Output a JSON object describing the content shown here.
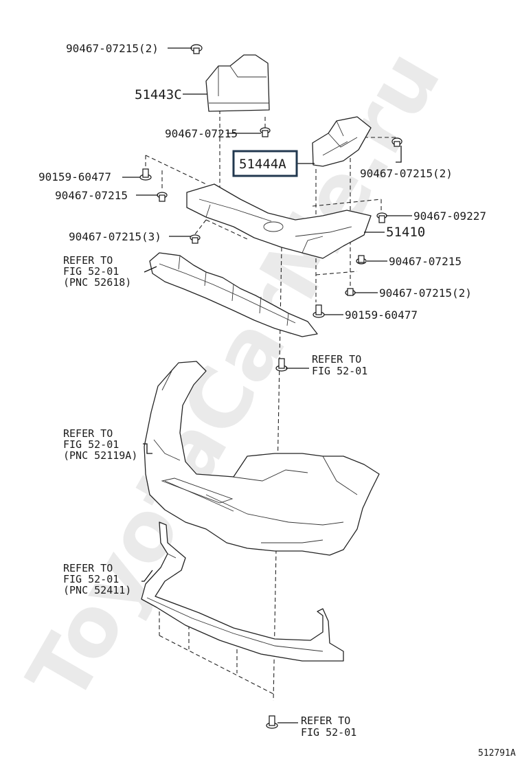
{
  "watermark": "ToyotaCarMe.ru",
  "diagram_id": "512791A",
  "labels": {
    "p1": "90467-07215(2)",
    "p2": "51443C",
    "p3": "90467-07215",
    "p4": "51444A",
    "p5": "90467-07215(2)",
    "p6": "90159-60477",
    "p7": "90467-07215",
    "p8": "90467-09227",
    "p9": "51410",
    "p10": "90467-07215(3)",
    "p11": "90467-07215",
    "p12": "90467-07215(2)",
    "p13": "90159-60477"
  },
  "refs": {
    "r1": [
      "REFER TO",
      "FIG 52-01",
      "(PNC 52618)"
    ],
    "r2": [
      "REFER TO",
      "FIG 52-01"
    ],
    "r3": [
      "REFER TO",
      "FIG 52-01",
      "(PNC 52119A)"
    ],
    "r4": [
      "REFER TO",
      "FIG 52-01",
      "(PNC 52411)"
    ],
    "r5": [
      "REFER TO",
      "FIG 52-01"
    ]
  }
}
